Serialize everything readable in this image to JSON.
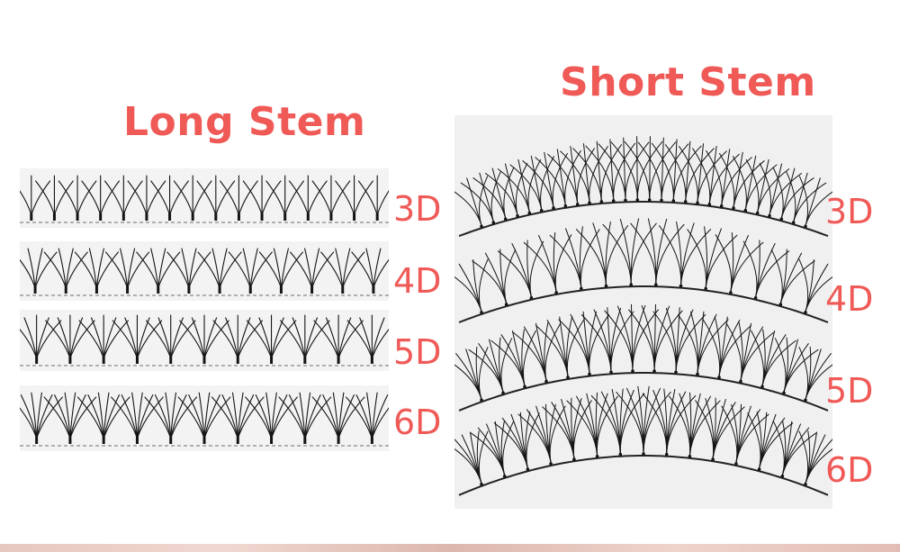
{
  "long_stem": {
    "title": "Long Stem",
    "labels": [
      "3D",
      "4D",
      "5D",
      "6D"
    ]
  },
  "short_stem": {
    "title": "Short Stem",
    "labels": [
      "3D",
      "4D",
      "5D",
      "6D"
    ]
  },
  "colors": {
    "accent": "#ef5a57",
    "lash": "#141414",
    "strip_line": "#9a9a9a",
    "short_bg": "#f0f0f0"
  }
}
